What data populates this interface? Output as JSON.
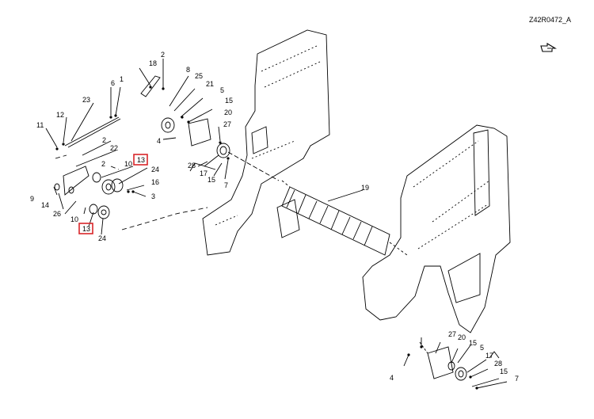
{
  "figure": {
    "drawing_code": "Z42R0472_A",
    "nav_icon": "pointing-hand-icon",
    "highlight_color": "#d9262a",
    "callouts": [
      {
        "id": "c18",
        "text": "18"
      },
      {
        "id": "c2a",
        "text": "2"
      },
      {
        "id": "c8",
        "text": "8"
      },
      {
        "id": "c25",
        "text": "25"
      },
      {
        "id": "c21",
        "text": "21"
      },
      {
        "id": "c5a",
        "text": "5"
      },
      {
        "id": "c15a",
        "text": "15"
      },
      {
        "id": "c20a",
        "text": "20"
      },
      {
        "id": "c6",
        "text": "6"
      },
      {
        "id": "c1",
        "text": "1"
      },
      {
        "id": "c23",
        "text": "23"
      },
      {
        "id": "c12",
        "text": "12"
      },
      {
        "id": "c11",
        "text": "11"
      },
      {
        "id": "c2b",
        "text": "2"
      },
      {
        "id": "c22",
        "text": "22"
      },
      {
        "id": "c2c",
        "text": "2"
      },
      {
        "id": "c10a",
        "text": "10"
      },
      {
        "id": "c13a",
        "text": "13"
      },
      {
        "id": "c24a",
        "text": "24"
      },
      {
        "id": "c16",
        "text": "16"
      },
      {
        "id": "c3",
        "text": "3"
      },
      {
        "id": "c9",
        "text": "9"
      },
      {
        "id": "c14",
        "text": "14"
      },
      {
        "id": "c26",
        "text": "26"
      },
      {
        "id": "c10b",
        "text": "10"
      },
      {
        "id": "c13b",
        "text": "13"
      },
      {
        "id": "c24b",
        "text": "24"
      },
      {
        "id": "c4a",
        "text": "4"
      },
      {
        "id": "c27a",
        "text": "27"
      },
      {
        "id": "c28a",
        "text": "28"
      },
      {
        "id": "c17a",
        "text": "17"
      },
      {
        "id": "c15b",
        "text": "15"
      },
      {
        "id": "c7a",
        "text": "7"
      },
      {
        "id": "c19",
        "text": "19"
      },
      {
        "id": "c27b",
        "text": "27"
      },
      {
        "id": "c20b",
        "text": "20"
      },
      {
        "id": "c15c",
        "text": "15"
      },
      {
        "id": "c5b",
        "text": "5"
      },
      {
        "id": "c17b",
        "text": "17"
      },
      {
        "id": "c28b",
        "text": "28"
      },
      {
        "id": "c15d",
        "text": "15"
      },
      {
        "id": "c4b",
        "text": "4"
      },
      {
        "id": "c7b",
        "text": "7"
      }
    ]
  }
}
